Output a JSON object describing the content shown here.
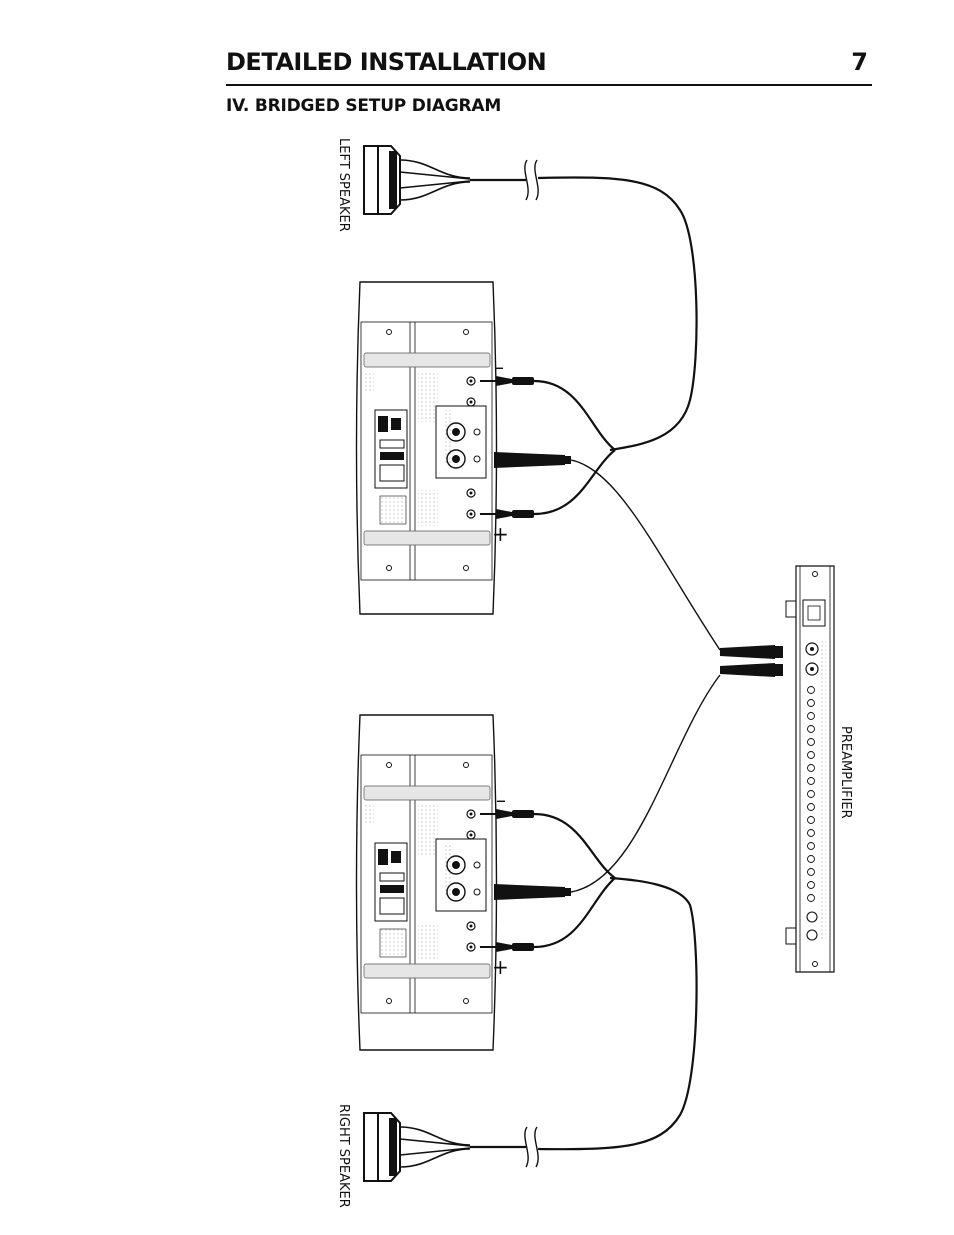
{
  "header": {
    "title": "DETAILED INSTALLATION",
    "page_number": "7"
  },
  "section": {
    "title": "IV.  BRIDGED SETUP DIAGRAM"
  },
  "labels": {
    "left_speaker": "LEFT SPEAKER",
    "right_speaker": "RIGHT SPEAKER",
    "preamplifier": "PREAMPLIFIER"
  },
  "amp_top": {
    "minus": "–",
    "plus": "+"
  },
  "amp_bottom": {
    "minus": "–",
    "plus": "+"
  }
}
